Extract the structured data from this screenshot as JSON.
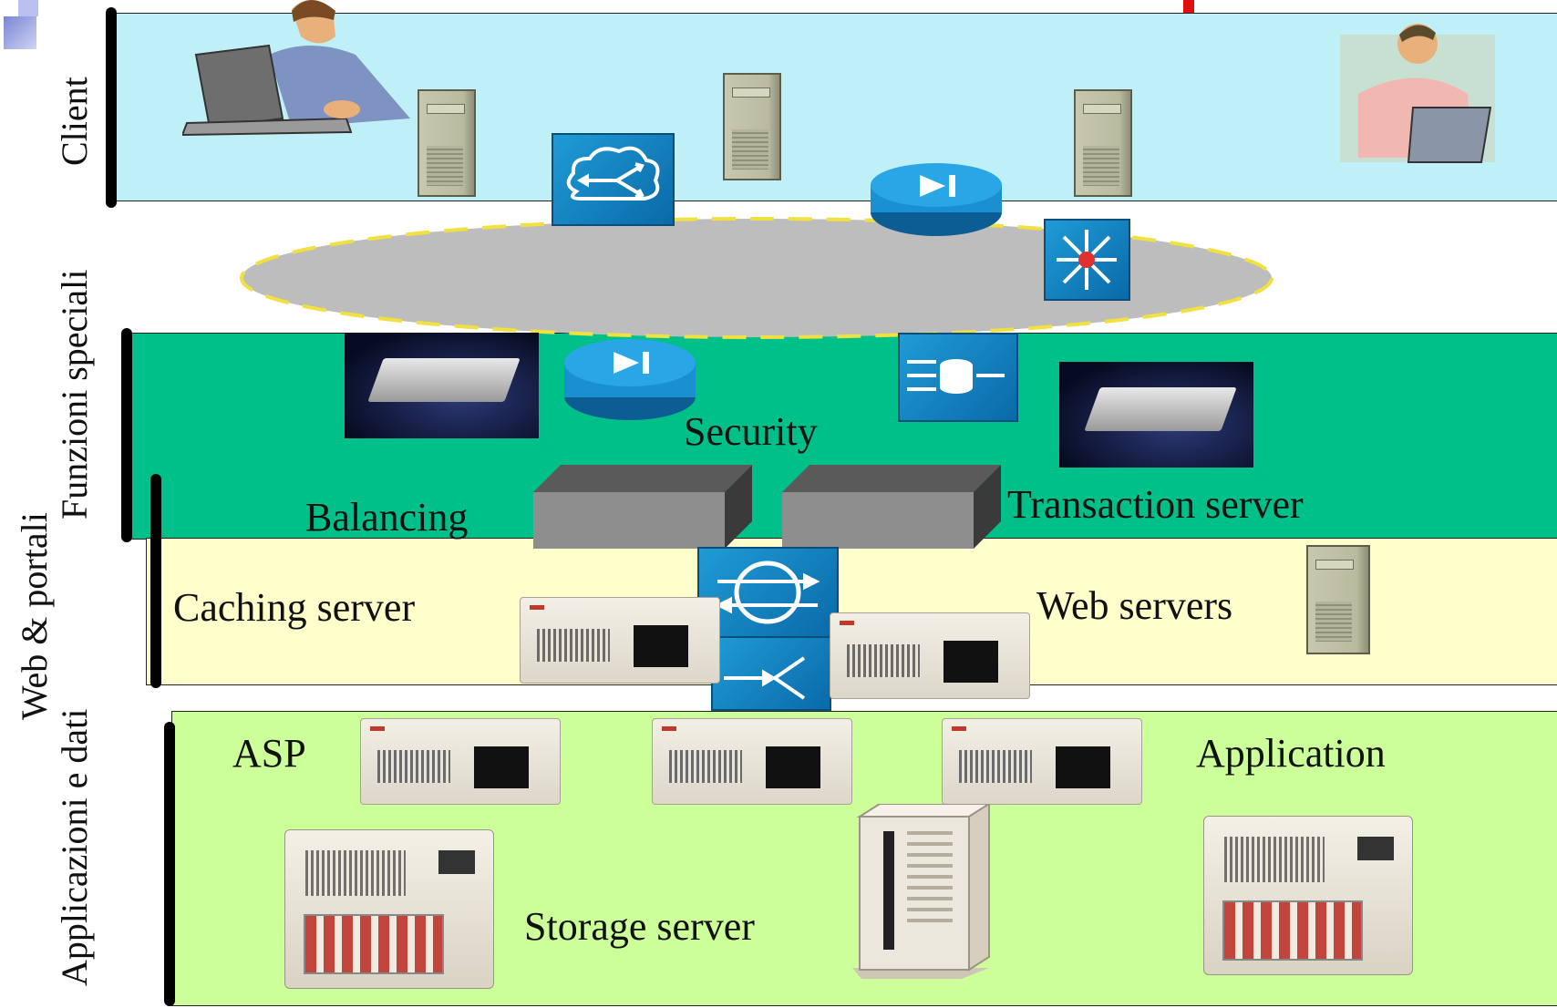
{
  "layers": {
    "client": "Client",
    "special": "Funzioni speciali",
    "web": "Web & portali",
    "apps": "Applicazioni e dati"
  },
  "labels": {
    "security": "Security",
    "balancing": "Balancing",
    "transaction_server": "Transaction server",
    "caching_server": "Caching server",
    "web_servers": "Web servers",
    "asp": "ASP",
    "application": "Application",
    "storage_server": "Storage server"
  },
  "colors": {
    "client_band": "#bff0f7",
    "special_band": "#00c08a",
    "web_band": "#ffffcc",
    "apps_band": "#ccff99",
    "ellipse": "#bdbdbd",
    "ellipse_border": "#f0e040",
    "device_blue": "#1a90d0"
  },
  "icons": [
    "user-laptop-icon",
    "tower-server-icon",
    "router-cloud-icon",
    "firewall-icon",
    "layer3-switch-icon",
    "content-switch-icon",
    "transaction-icon",
    "rack-server-icon",
    "storage-server-icon"
  ]
}
